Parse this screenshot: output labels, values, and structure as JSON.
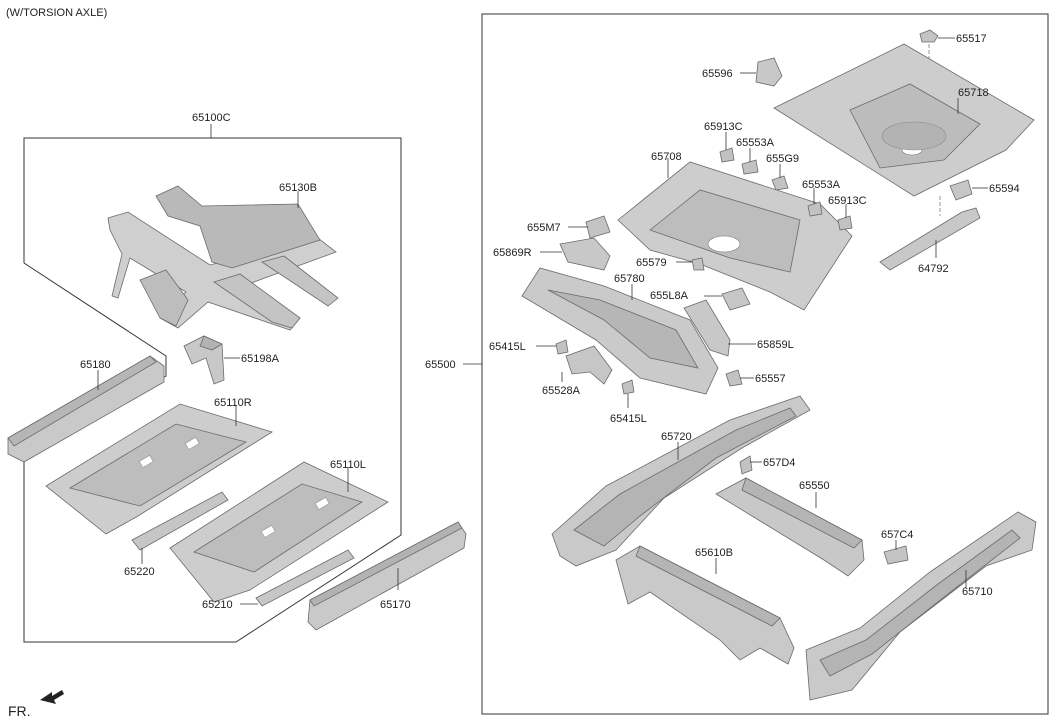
{
  "header": {
    "note": "(W/TORSION AXLE)"
  },
  "front_marker": {
    "label": "FR."
  },
  "colors": {
    "part_fill": "#cfcfcf",
    "part_dark": "#b4b4b4",
    "part_stroke": "#6b6b6b",
    "line": "#333333",
    "label": "#222222"
  },
  "assemblies": {
    "front_floor": {
      "label": "65100C"
    },
    "rear_floor": {
      "label": "65500"
    }
  },
  "parts": [
    {
      "id": "p65130B",
      "label": "65130B"
    },
    {
      "id": "p65198A",
      "label": "65198A"
    },
    {
      "id": "p65180",
      "label": "65180"
    },
    {
      "id": "p65110R",
      "label": "65110R"
    },
    {
      "id": "p65110L",
      "label": "65110L"
    },
    {
      "id": "p65220",
      "label": "65220"
    },
    {
      "id": "p65210",
      "label": "65210"
    },
    {
      "id": "p65170",
      "label": "65170"
    },
    {
      "id": "p65517",
      "label": "65517"
    },
    {
      "id": "p65596",
      "label": "65596"
    },
    {
      "id": "p65718",
      "label": "65718"
    },
    {
      "id": "p65913C_a",
      "label": "65913C"
    },
    {
      "id": "p65553A_a",
      "label": "65553A"
    },
    {
      "id": "p655G9",
      "label": "655G9"
    },
    {
      "id": "p65708",
      "label": "65708"
    },
    {
      "id": "p65553A_b",
      "label": "65553A"
    },
    {
      "id": "p65913C_b",
      "label": "65913C"
    },
    {
      "id": "p65594",
      "label": "65594"
    },
    {
      "id": "p655M7",
      "label": "655M7"
    },
    {
      "id": "p65869R",
      "label": "65869R"
    },
    {
      "id": "p64792",
      "label": "64792"
    },
    {
      "id": "p65579",
      "label": "65579"
    },
    {
      "id": "p65780",
      "label": "65780"
    },
    {
      "id": "p655L8A",
      "label": "655L8A"
    },
    {
      "id": "p65415L_a",
      "label": "65415L"
    },
    {
      "id": "p65859L",
      "label": "65859L"
    },
    {
      "id": "p65528A",
      "label": "65528A"
    },
    {
      "id": "p65557",
      "label": "65557"
    },
    {
      "id": "p65415L_b",
      "label": "65415L"
    },
    {
      "id": "p65720",
      "label": "65720"
    },
    {
      "id": "p657D4",
      "label": "657D4"
    },
    {
      "id": "p65550",
      "label": "65550"
    },
    {
      "id": "p657C4",
      "label": "657C4"
    },
    {
      "id": "p65610B",
      "label": "65610B"
    },
    {
      "id": "p65710",
      "label": "65710"
    }
  ]
}
